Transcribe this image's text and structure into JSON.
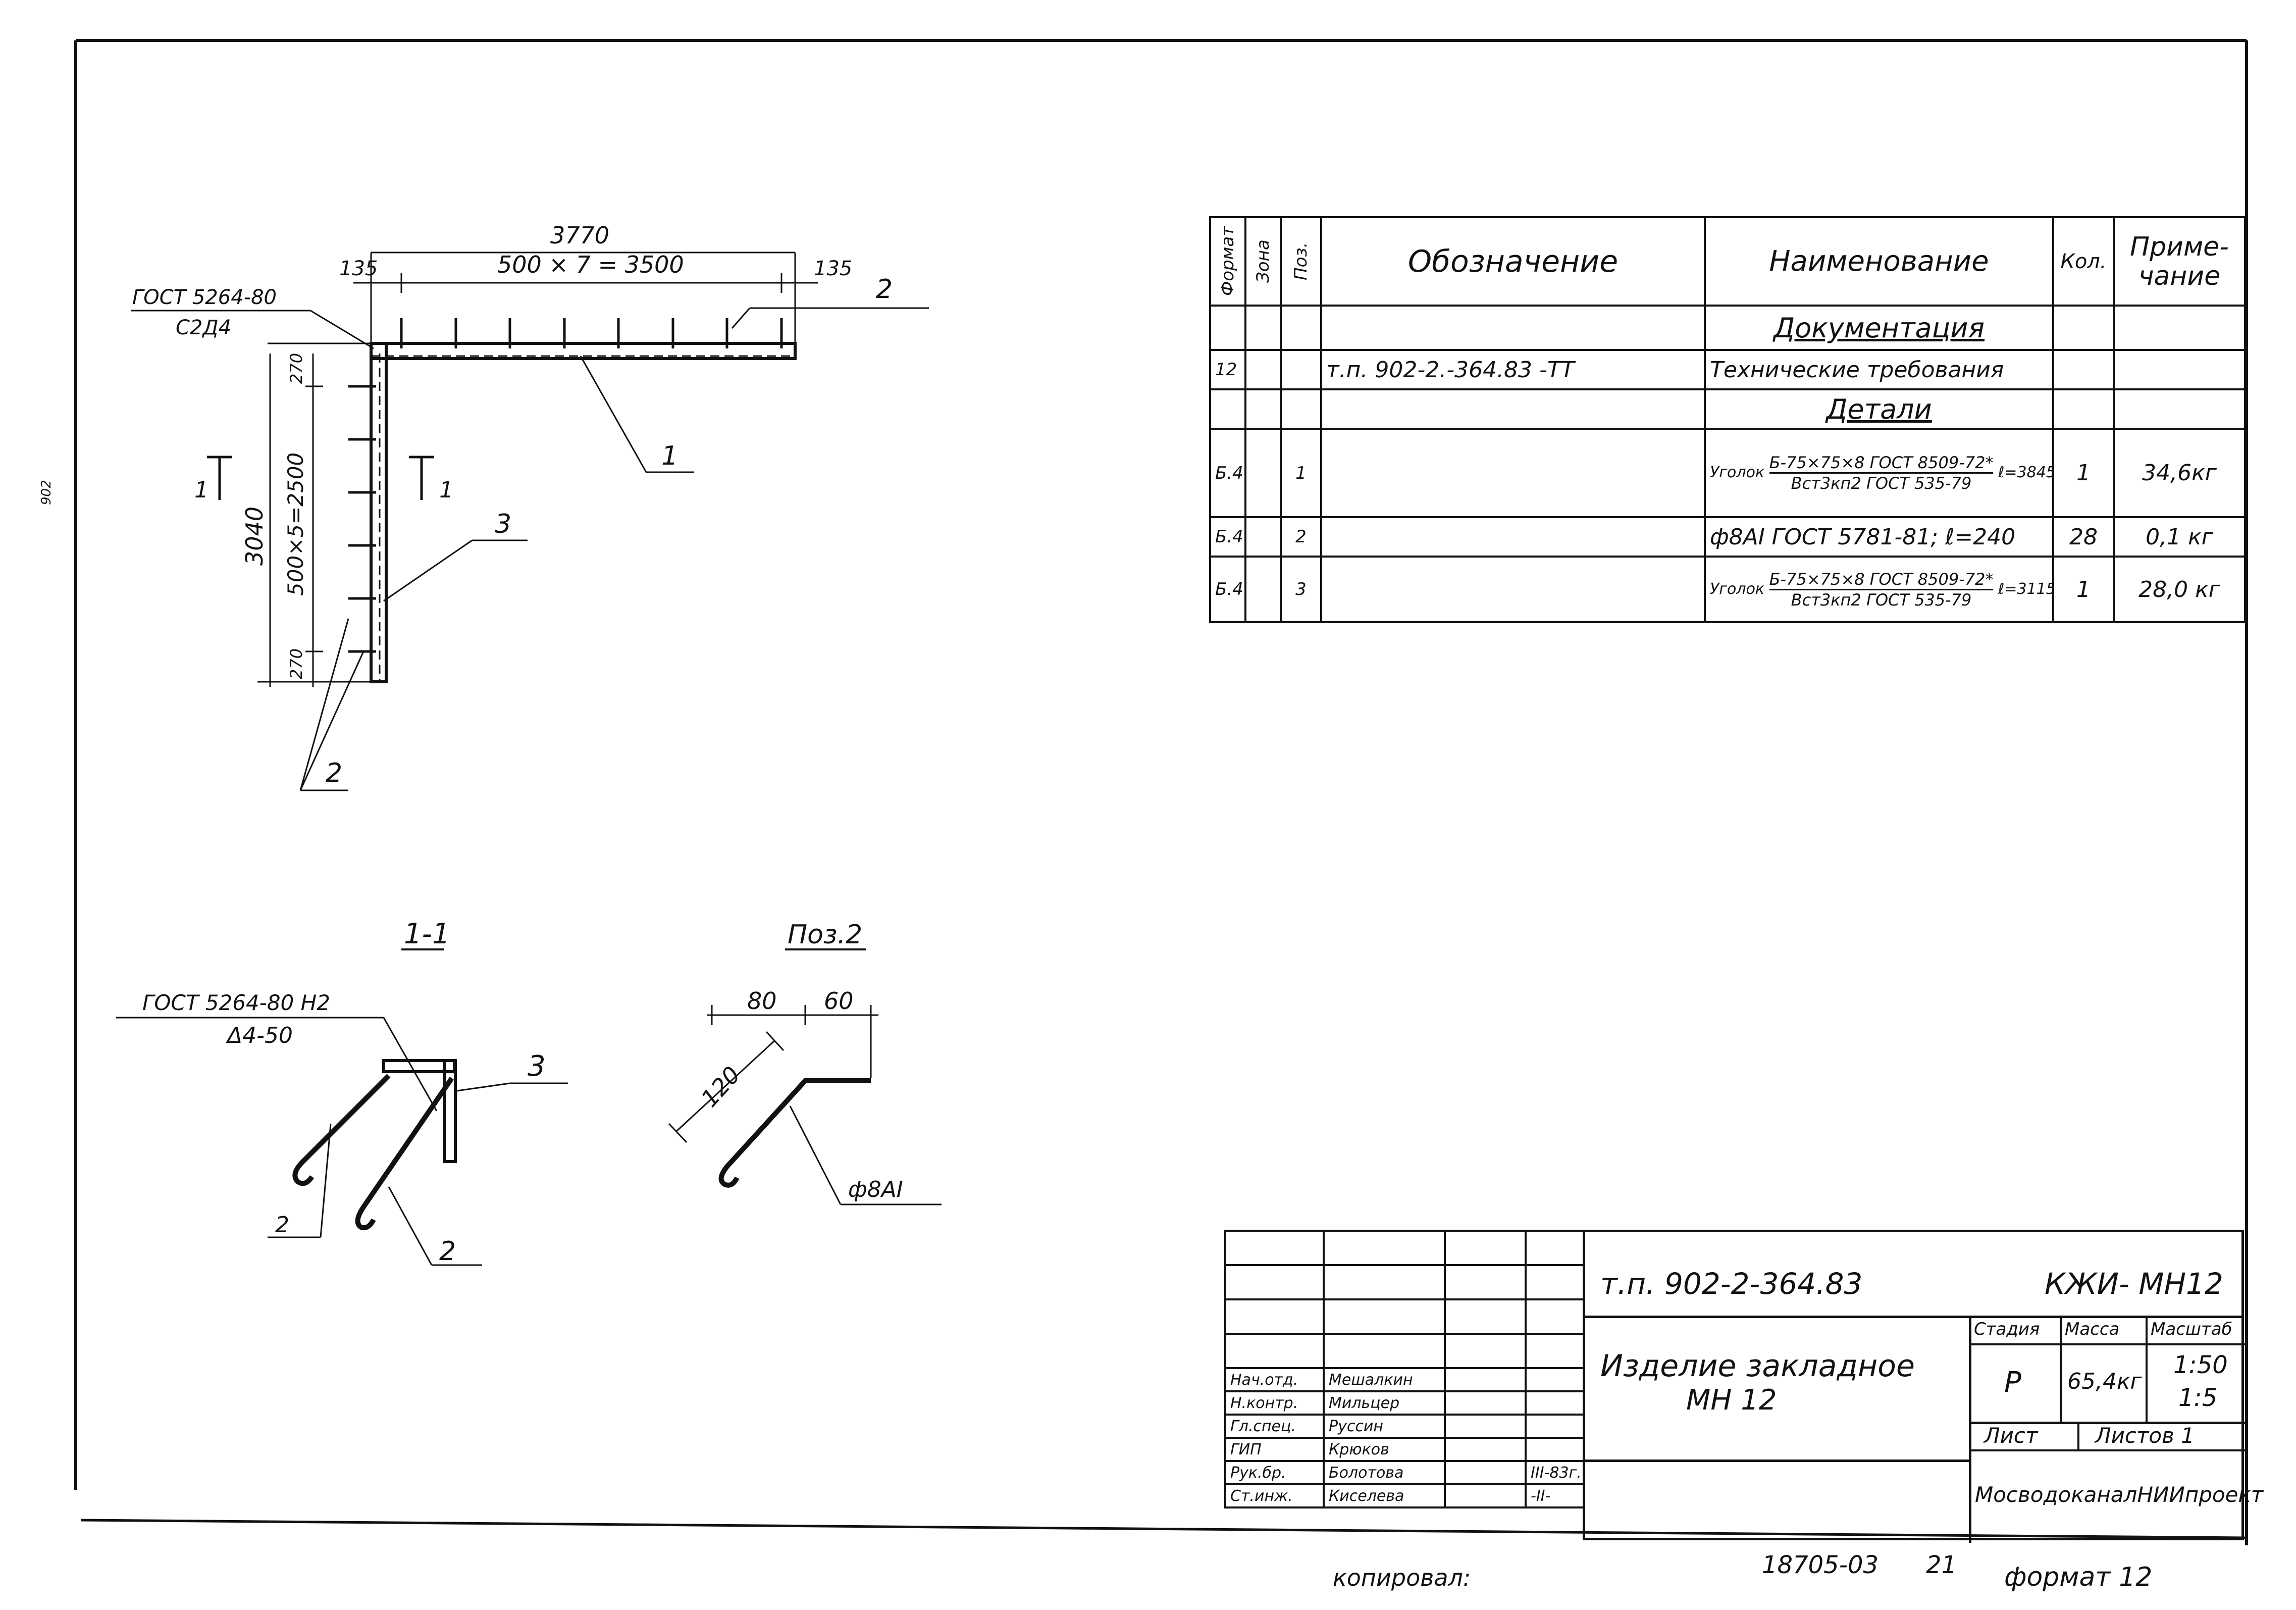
{
  "spec": {
    "headers": {
      "format": "Формат",
      "zone": "Зона",
      "pos": "Поз.",
      "designation": "Обозначение",
      "name": "Наименование",
      "qty": "Кол.",
      "note_1": "Приме-",
      "note_2": "чание"
    },
    "section_docs": "Документация",
    "row_tt": {
      "format": "12",
      "designation": "т.п. 902-2.-364.83  -ТТ",
      "name": "Технические требования"
    },
    "section_parts": "Детали",
    "row1": {
      "format": "Б.4",
      "pos": "1",
      "prefix": "Уголок",
      "top": "Б-75×75×8 ГОСТ 8509-72*",
      "bottom": "Вст3кп2 ГОСТ 535-79",
      "len": "ℓ=3845",
      "qty": "1",
      "note": "34,6кг"
    },
    "row2": {
      "format": "Б.4",
      "pos": "2",
      "name": "ф8АI ГОСТ 5781-81; ℓ=240",
      "qty": "28",
      "note": "0,1 кг"
    },
    "row3": {
      "format": "Б.4",
      "pos": "3",
      "prefix": "Уголок",
      "top": "Б-75×75×8 ГОСТ 8509-72*",
      "bottom": "Вст3кп2 ГОСТ 535-79",
      "len": "ℓ=3115",
      "qty": "1",
      "note": "28,0 кг"
    }
  },
  "title_block": {
    "doc_number": "т.п. 902-2-364.83",
    "code": "КЖИ- МН12",
    "title_1": "Изделие закладное",
    "title_2": "МН 12",
    "stage_label": "Стадия",
    "mass_label": "Масса",
    "scale_label": "Масштаб",
    "stage": "Р",
    "mass": "65,4кг",
    "scale_1": "1:50",
    "scale_2": "1:5",
    "sheet_label": "Лист",
    "sheets_label": "Листов 1",
    "org": "МосводоканалНИИпроект",
    "staff": [
      {
        "role": "Нач.отд.",
        "name": "Мешалкин",
        "date": ""
      },
      {
        "role": "Н.контр.",
        "name": "Мильцер",
        "date": ""
      },
      {
        "role": "Гл.спец.",
        "name": "Руссин",
        "date": ""
      },
      {
        "role": "ГИП",
        "name": "Крюков",
        "date": ""
      },
      {
        "role": "Рук.бр.",
        "name": "Болотова",
        "date": "III-83г."
      },
      {
        "role": "Ст.инж.",
        "name": "Киселева",
        "date": "-II-"
      }
    ]
  },
  "drawing": {
    "dim_total_top": "3770",
    "dim_spacing_top": "500 × 7 = 3500",
    "dim_left_end": "135",
    "dim_right_end": "135",
    "gost_weld_1": "ГОСТ 5264-80",
    "gost_weld_1b": "С2Д4",
    "dim_total_left": "3040",
    "dim_spacing_left": "500×5=2500",
    "dim_270_top": "270",
    "dim_270_bottom": "270",
    "section_mark": "1",
    "callout_1": "1",
    "callout_2": "2",
    "callout_3": "3",
    "section_title": "1-1",
    "gost_weld_2": "ГОСТ 5264-80 Н2",
    "gost_weld_2b": "Δ4-50",
    "pos2_title": "Поз.2",
    "dim_80": "80",
    "dim_60": "60",
    "dim_120": "120",
    "bar_label": "ф8АI"
  },
  "footer": {
    "copied": "копировал:",
    "number": "18705-03",
    "sheet": "21",
    "format": "формат 12"
  },
  "margin_note": "902"
}
